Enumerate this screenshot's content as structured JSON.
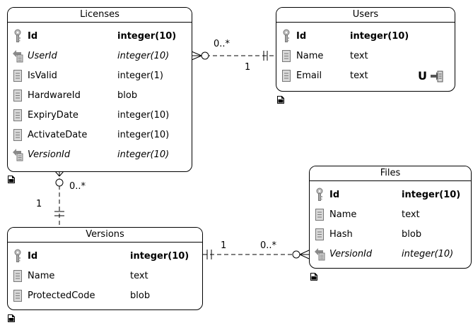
{
  "entities": {
    "licenses": {
      "title": "Licenses",
      "columns": [
        {
          "name": "Id",
          "type": "integer(10)",
          "kind": "primary-key"
        },
        {
          "name": "UserId",
          "type": "integer(10)",
          "kind": "foreign-key"
        },
        {
          "name": "IsValid",
          "type": "integer(1)",
          "kind": "column"
        },
        {
          "name": "HardwareId",
          "type": "blob",
          "kind": "column"
        },
        {
          "name": "ExpiryDate",
          "type": "integer(10)",
          "kind": "column"
        },
        {
          "name": "ActivateDate",
          "type": "integer(10)",
          "kind": "column"
        },
        {
          "name": "VersionId",
          "type": "integer(10)",
          "kind": "foreign-key"
        }
      ]
    },
    "users": {
      "title": "Users",
      "columns": [
        {
          "name": "Id",
          "type": "integer(10)",
          "kind": "primary-key"
        },
        {
          "name": "Name",
          "type": "text",
          "kind": "column"
        },
        {
          "name": "Email",
          "type": "text",
          "kind": "column"
        }
      ],
      "unique_marker": "U"
    },
    "versions": {
      "title": "Versions",
      "columns": [
        {
          "name": "Id",
          "type": "integer(10)",
          "kind": "primary-key"
        },
        {
          "name": "Name",
          "type": "text",
          "kind": "column"
        },
        {
          "name": "ProtectedCode",
          "type": "blob",
          "kind": "column"
        }
      ]
    },
    "files": {
      "title": "Files",
      "columns": [
        {
          "name": "Id",
          "type": "integer(10)",
          "kind": "primary-key"
        },
        {
          "name": "Name",
          "type": "text",
          "kind": "column"
        },
        {
          "name": "Hash",
          "type": "blob",
          "kind": "column"
        },
        {
          "name": "VersionId",
          "type": "integer(10)",
          "kind": "foreign-key"
        }
      ]
    }
  },
  "relationships": {
    "licenses_users": {
      "many_label": "0..*",
      "one_label": "1"
    },
    "licenses_versions": {
      "many_label": "0..*",
      "one_label": "1"
    },
    "versions_files": {
      "one_label": "1",
      "many_label": "0..*"
    }
  },
  "icons": {
    "primary_key": "key-icon",
    "foreign_key": "foreign-key-icon",
    "column": "column-icon",
    "note": "note-icon",
    "unique_index": "index-icon"
  },
  "colors": {
    "icon_fill": "#d9d9d9",
    "icon_border": "#777777",
    "key": "#9a9a9a",
    "line": "#000000"
  }
}
